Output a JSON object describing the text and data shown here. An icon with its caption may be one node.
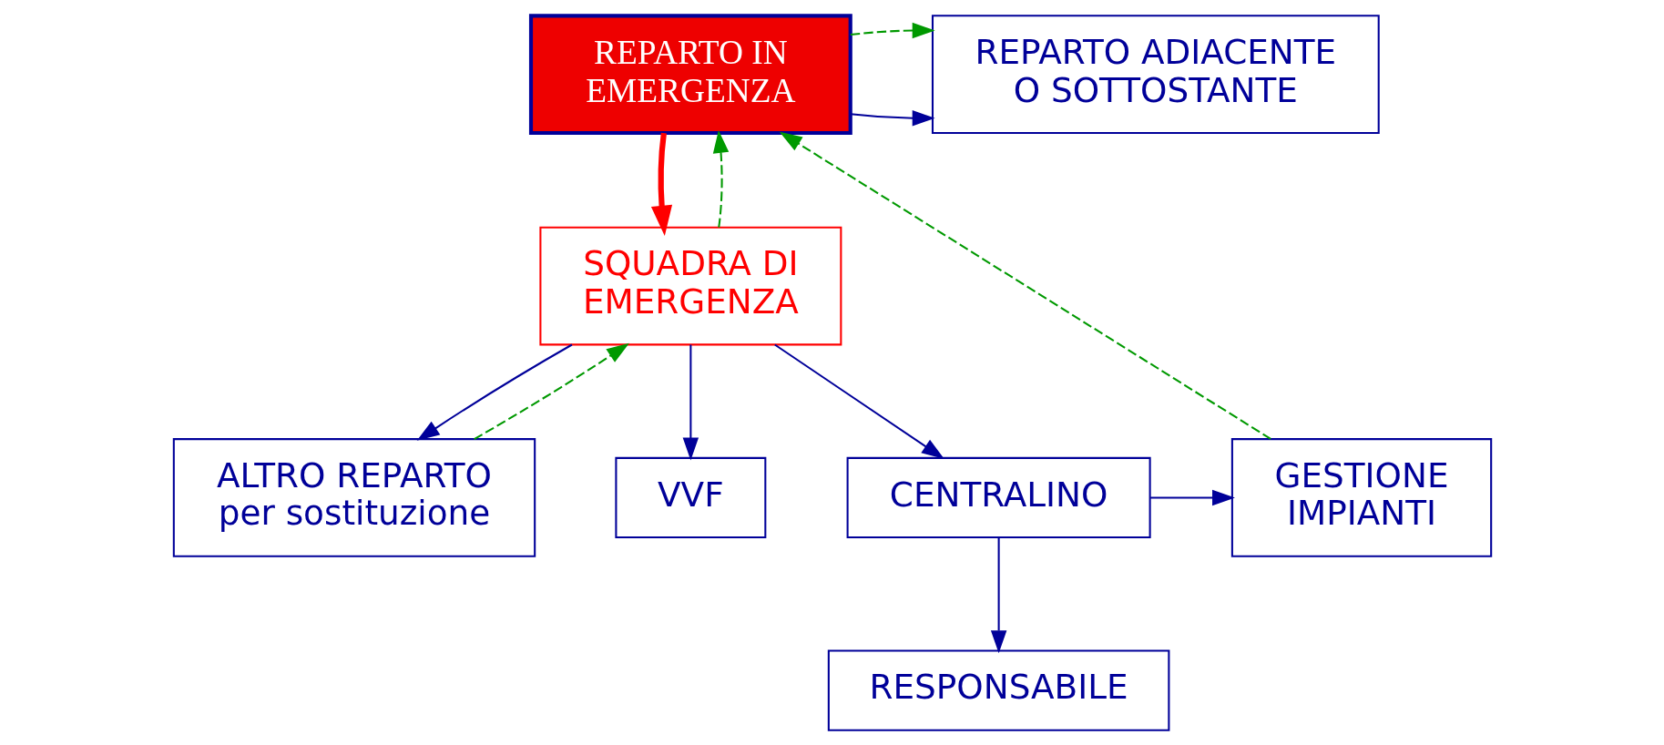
{
  "diagram": {
    "nodes": [
      {
        "text": [
          "REPARTO IN EMERGENZA"
        ]
      },
      {
        "text": [
          "REPARTO ADIACENTE O SOTTOSTANTE"
        ]
      },
      {
        "text": [
          "SQUADRA DI EMERGENZA"
        ]
      },
      {
        "text": [
          "ALTRO REPARTO per sostituzione"
        ]
      },
      {
        "text": [
          "VVF"
        ]
      },
      {
        "text": [
          "CENTRALINO"
        ]
      },
      {
        "text": [
          "GESTIONE IMPIANTI"
        ]
      },
      {
        "text": [
          "RESPONSABILE"
        ]
      }
    ],
    "edges": [
      {
        "from": 0,
        "to": 2,
        "arrow": "to",
        "style": "thick",
        "color": "#ff0000"
      },
      {
        "from": 2,
        "to": 0,
        "arrow": "to",
        "style": "dashed",
        "color": "#009900"
      },
      {
        "from": 0,
        "to": 1,
        "arrow": "to"
      },
      {
        "from": 0,
        "to": 1,
        "arrow": "to",
        "style": "dashed",
        "color": "#009900"
      },
      {
        "from": 3,
        "to": 2,
        "arrow": "to",
        "style": "dashed",
        "color": "#009900"
      },
      {
        "from": 2,
        "to": 3,
        "arrow": "to"
      },
      {
        "from": 2,
        "to": 4,
        "arrow": "to"
      },
      {
        "from": 2,
        "to": 5,
        "arrow": "to"
      },
      {
        "from": 5,
        "to": 6,
        "arrow": "to"
      },
      {
        "from": 6,
        "to": 0,
        "arrow": "to",
        "style": "dashed",
        "color": "#009900"
      },
      {
        "from": 5,
        "to": 7,
        "arrow": "to"
      }
    ]
  }
}
